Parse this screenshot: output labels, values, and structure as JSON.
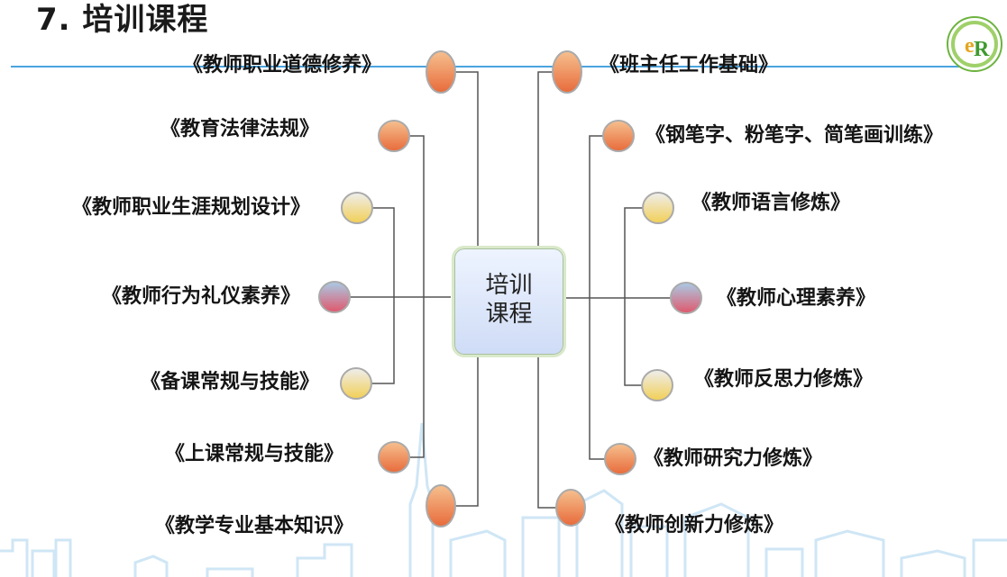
{
  "title": "7. 培训课程",
  "center": {
    "line1": "培训",
    "line2": "课程"
  },
  "left_items": [
    "《教师职业道德修养》",
    "《教育法律法规》",
    "《教师职业生涯规划设计》",
    "《教师行为礼仪素养》",
    "《备课常规与技能》",
    "《上课常规与技能》",
    "《教学专业基本知识》"
  ],
  "right_items": [
    "《班主任工作基础》",
    "《钢笔字、粉笔字、简笔画训练》",
    "《教师语言修炼》",
    "《教师心理素养》",
    "《教师反思力修炼》",
    "《教师研究力修炼》",
    "《教师创新力修炼》"
  ],
  "colors": {
    "orange": "#e8874f",
    "yellow": "#f2d36a",
    "pinkblue": "#d96b7b",
    "accent_line": "#4aa3df"
  }
}
